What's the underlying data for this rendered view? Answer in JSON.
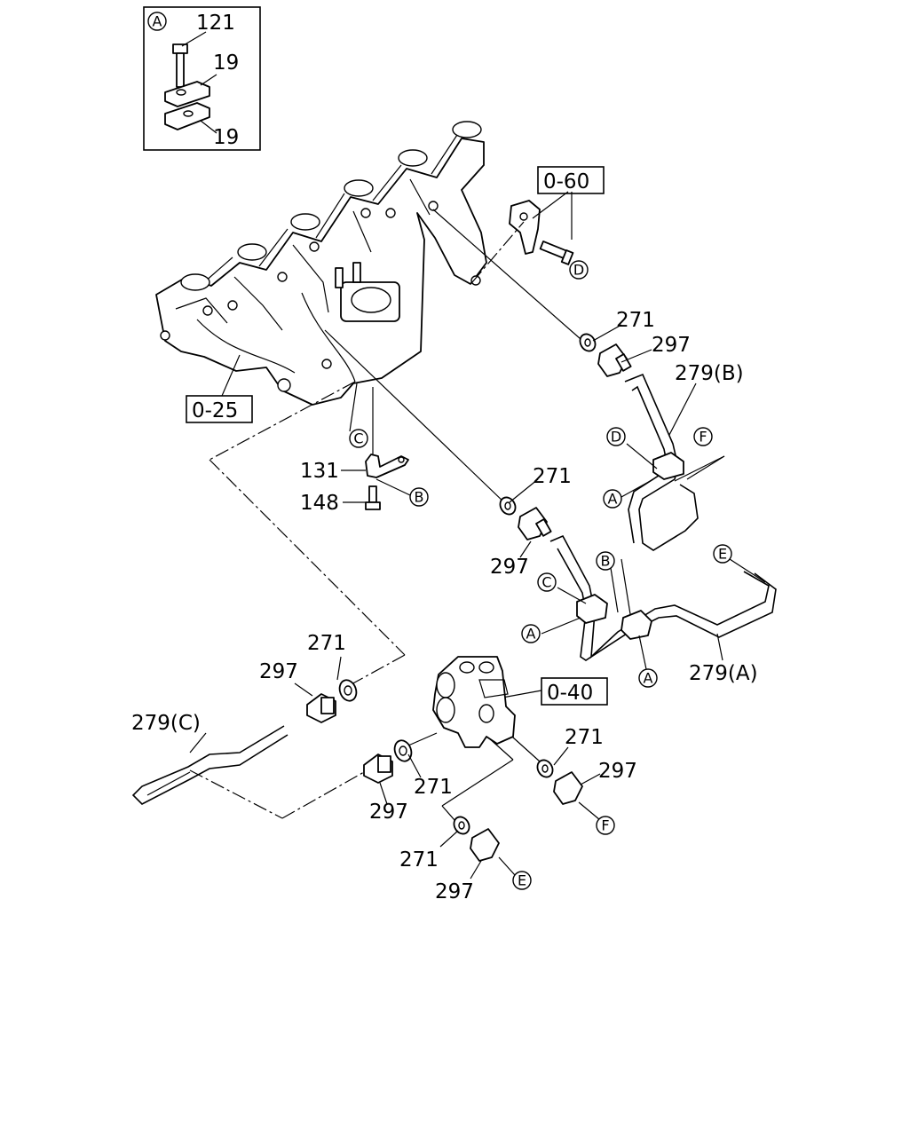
{
  "inset": {
    "marker": "A",
    "labels": [
      "121",
      "19",
      "19"
    ]
  },
  "refs": {
    "r060": "0-60",
    "r025": "0-25",
    "r040": "0-40"
  },
  "parts": {
    "p271_a": "271",
    "p297_a": "297",
    "p279b": "279(B)",
    "p271_b": "271",
    "p297_b": "297",
    "p131": "131",
    "p148": "148",
    "p271_c": "271",
    "p297_c": "297",
    "p279a": "279(A)",
    "p279c": "279(C)",
    "p271_d": "271",
    "p297_d": "297",
    "p271_e": "271",
    "p297_e": "297",
    "p271_f": "271",
    "p297_f": "297"
  },
  "markers": {
    "m_d_top": "D",
    "m_c_top": "C",
    "m_b_bracket": "B",
    "m_d_pipe": "D",
    "m_f_pipe": "F",
    "m_a_pipe_b": "A",
    "m_b_pipe": "B",
    "m_c_pipe": "C",
    "m_a_pipe_a1": "A",
    "m_a_pipe_a2": "A",
    "m_e_pipe": "E",
    "m_f_bottom": "F",
    "m_e_bottom": "E"
  }
}
